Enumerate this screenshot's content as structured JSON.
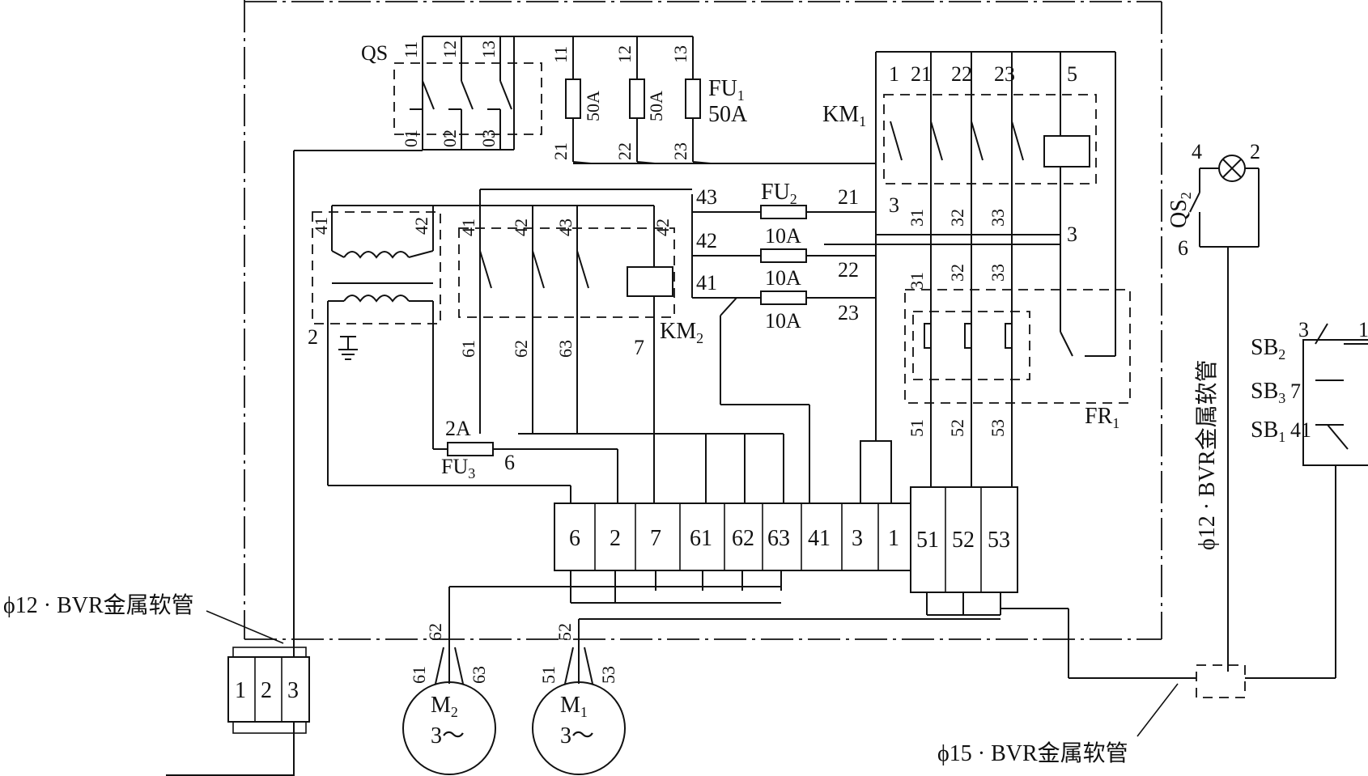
{
  "components": {
    "qs": "QS",
    "qs_top": [
      "11",
      "12",
      "13"
    ],
    "qs_bottom": [
      "01",
      "02",
      "03"
    ],
    "fu1": {
      "name": "FU",
      "sub": "1",
      "rating": "50A",
      "rating_each": "50A",
      "top": [
        "11",
        "12",
        "13"
      ],
      "bottom": [
        "21",
        "22",
        "23"
      ]
    },
    "km1": {
      "name": "KM",
      "sub": "1",
      "top": [
        "1",
        "21",
        "22",
        "23"
      ],
      "coil": "5",
      "bottom": [
        "3",
        "31",
        "32",
        "33"
      ]
    },
    "fu2": {
      "name": "FU",
      "sub": "2",
      "rating": "10A",
      "in": [
        "43",
        "42",
        "41"
      ],
      "out": [
        "21",
        "22",
        "23"
      ]
    },
    "km2": {
      "name": "KM",
      "sub": "2",
      "top": [
        "41",
        "42",
        "43",
        "42"
      ],
      "bottom": [
        "61",
        "62",
        "63",
        "7"
      ]
    },
    "transformer": {
      "top": [
        "41",
        "42"
      ],
      "bottom": "2"
    },
    "fu3": {
      "name": "FU",
      "sub": "3",
      "rating": "2A",
      "out": "6"
    },
    "fr1": {
      "name": "FR",
      "sub": "1",
      "top": [
        "31",
        "32",
        "33"
      ],
      "bottom": [
        "51",
        "52",
        "53"
      ]
    },
    "wire_3": "3",
    "lamp": {
      "left": "4",
      "right": "2"
    },
    "qs2": {
      "name": "QS",
      "sub": "2",
      "terminal": "6"
    },
    "sb2": {
      "name": "SB",
      "sub": "2",
      "left": "3",
      "right": "1"
    },
    "sb3": {
      "name": "SB",
      "sub": "3",
      "terminal": "7"
    },
    "sb1": {
      "name": "SB",
      "sub": "1",
      "terminal": "41"
    }
  },
  "terminal_block": [
    "6",
    "2",
    "7",
    "61",
    "62",
    "63",
    "41",
    "3",
    "1"
  ],
  "terminal_block_right": [
    "51",
    "52",
    "53"
  ],
  "inlet_block": [
    "1",
    "2",
    "3"
  ],
  "motors": [
    {
      "name": "M",
      "sub": "2",
      "phase": "3～",
      "leads": [
        "61",
        "62",
        "63"
      ]
    },
    {
      "name": "M",
      "sub": "1",
      "phase": "3～",
      "leads": [
        "51",
        "52",
        "53"
      ]
    }
  ],
  "conduit_labels": {
    "left": "ϕ12 · BVR金属软管",
    "right_vertical": "ϕ12 · BVR金属软管",
    "bottom": "ϕ15 · BVR金属软管"
  }
}
